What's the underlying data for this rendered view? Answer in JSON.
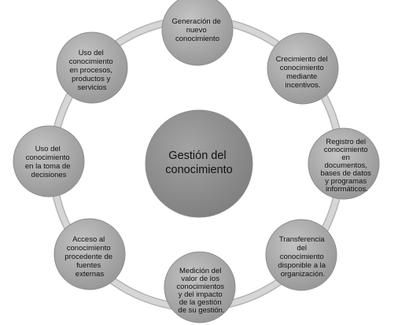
{
  "center": {
    "lines": [
      "Gestión del",
      "conocimiento"
    ]
  },
  "nodes": [
    {
      "id": "generacion",
      "lines": [
        "Generación de",
        "nuevo",
        "conocimiento"
      ]
    },
    {
      "id": "crecimiento",
      "lines": [
        "Crecimiento del",
        "conocimiento",
        "mediante",
        "incentivos."
      ]
    },
    {
      "id": "registro",
      "lines": [
        "Registro del",
        "conocimiento",
        "en",
        "documentos,",
        "bases de datos",
        "y programas",
        "informáticos."
      ]
    },
    {
      "id": "transferencia",
      "lines": [
        "Transferencia",
        "del",
        "conocimiento",
        "disponible  a la",
        "organización."
      ]
    },
    {
      "id": "medicion",
      "lines": [
        "Medición del",
        "valor de los",
        "conocimientos",
        "y del impacto",
        "de la gestión",
        "de su gestión."
      ]
    },
    {
      "id": "acceso",
      "lines": [
        "Acceso al",
        "conocimiento",
        "procedente de",
        "fuentes",
        "externas"
      ]
    },
    {
      "id": "uso-decisiones",
      "lines": [
        "Uso del",
        "conocimiento",
        "en la toma de",
        "decisiones"
      ]
    },
    {
      "id": "uso-procesos",
      "lines": [
        "Uso del",
        "conocimiento",
        "en procesos,",
        "productos y",
        "servicios"
      ]
    }
  ],
  "colors": {
    "ring": "#cfcfcf",
    "ring_edge": "#b0b0b0",
    "center_fill": "#8a8a8a",
    "node_fill": "#a6a6a6",
    "node_stroke": "#8c8c8c"
  }
}
